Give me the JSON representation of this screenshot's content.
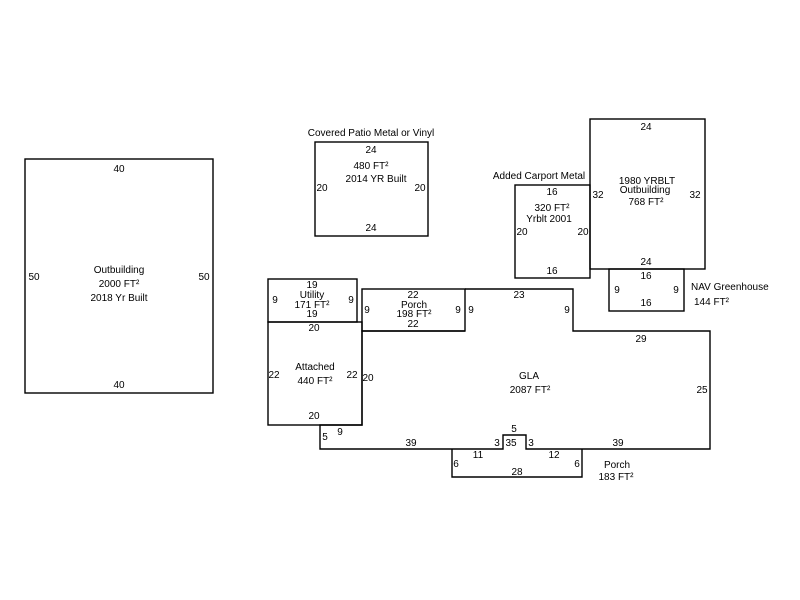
{
  "outbuilding_left": {
    "label": "Outbuilding",
    "area": "2000 FT²",
    "year": "2018 Yr Built",
    "dims": {
      "top": "40",
      "bottom": "40",
      "left": "50",
      "right": "50"
    }
  },
  "covered_patio": {
    "title": "Covered Patio Metal or Vinyl",
    "area": "480 FT²",
    "year": "2014 YR Built",
    "dims": {
      "top": "24",
      "bottom": "24",
      "left": "20",
      "right": "20"
    }
  },
  "added_carport": {
    "title": "Added Carport Metal",
    "area": "320 FT²",
    "year": "Yrblt 2001",
    "dims": {
      "top": "16",
      "bottom": "16",
      "left": "20",
      "right": "20"
    }
  },
  "outbuilding_right": {
    "year": "1980 YRBLT",
    "label": "Outbuilding",
    "area": "768 FT²",
    "dims": {
      "top": "24",
      "bottom": "24",
      "left": "32",
      "right": "32"
    }
  },
  "nav_greenhouse": {
    "label": "NAV Greenhouse",
    "area": "144 FT²",
    "dims": {
      "top": "16",
      "bottom": "16",
      "left": "9",
      "right": "9"
    }
  },
  "utility": {
    "label": "Utility",
    "area": "171 FT²",
    "dims": {
      "top": "19",
      "bottom": "19",
      "left": "9",
      "right": "9"
    }
  },
  "porch_top": {
    "label": "Porch",
    "area": "198 FT²",
    "dims": {
      "top": "22",
      "bottom": "22",
      "left": "9",
      "right": "9"
    }
  },
  "attached": {
    "label": "Attached",
    "area": "440 FT²",
    "dims": {
      "top": "20",
      "bottom": "20",
      "left": "22",
      "right": "22"
    }
  },
  "gla": {
    "label": "GLA",
    "area": "2087 FT²",
    "dims": {
      "top_a": "9",
      "top_b": "23",
      "step_down": "9",
      "top_c": "29",
      "right": "25",
      "bottom_right": "39",
      "notch_right": "3",
      "notch_top": "5",
      "notch_left": "3",
      "notch_inner": "35",
      "bottom_left": "39",
      "left_lower": "9",
      "left_step": "5",
      "left_side": "20"
    }
  },
  "porch_bottom": {
    "label": "Porch",
    "area": "183 FT²",
    "dims": {
      "left": "6",
      "right": "6",
      "bottom": "28",
      "top_left": "11",
      "top_right": "12"
    }
  }
}
